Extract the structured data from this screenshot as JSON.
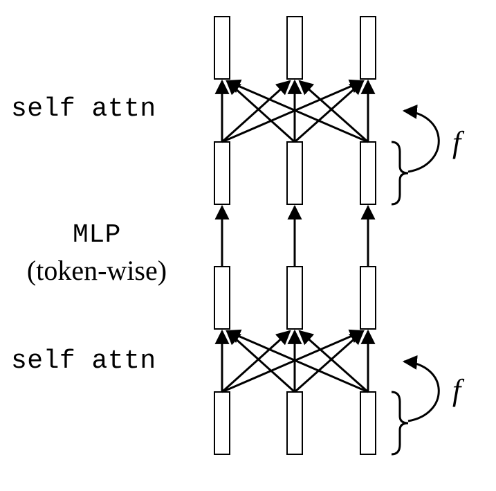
{
  "labels": {
    "self_attn_top": "self attn",
    "mlp": "MLP",
    "mlp_sub": "(token-wise)",
    "self_attn_bottom": "self attn",
    "f_top": "f",
    "f_bottom": "f"
  },
  "diagram": {
    "columns": 3,
    "layers": 4,
    "color": "#000000"
  }
}
